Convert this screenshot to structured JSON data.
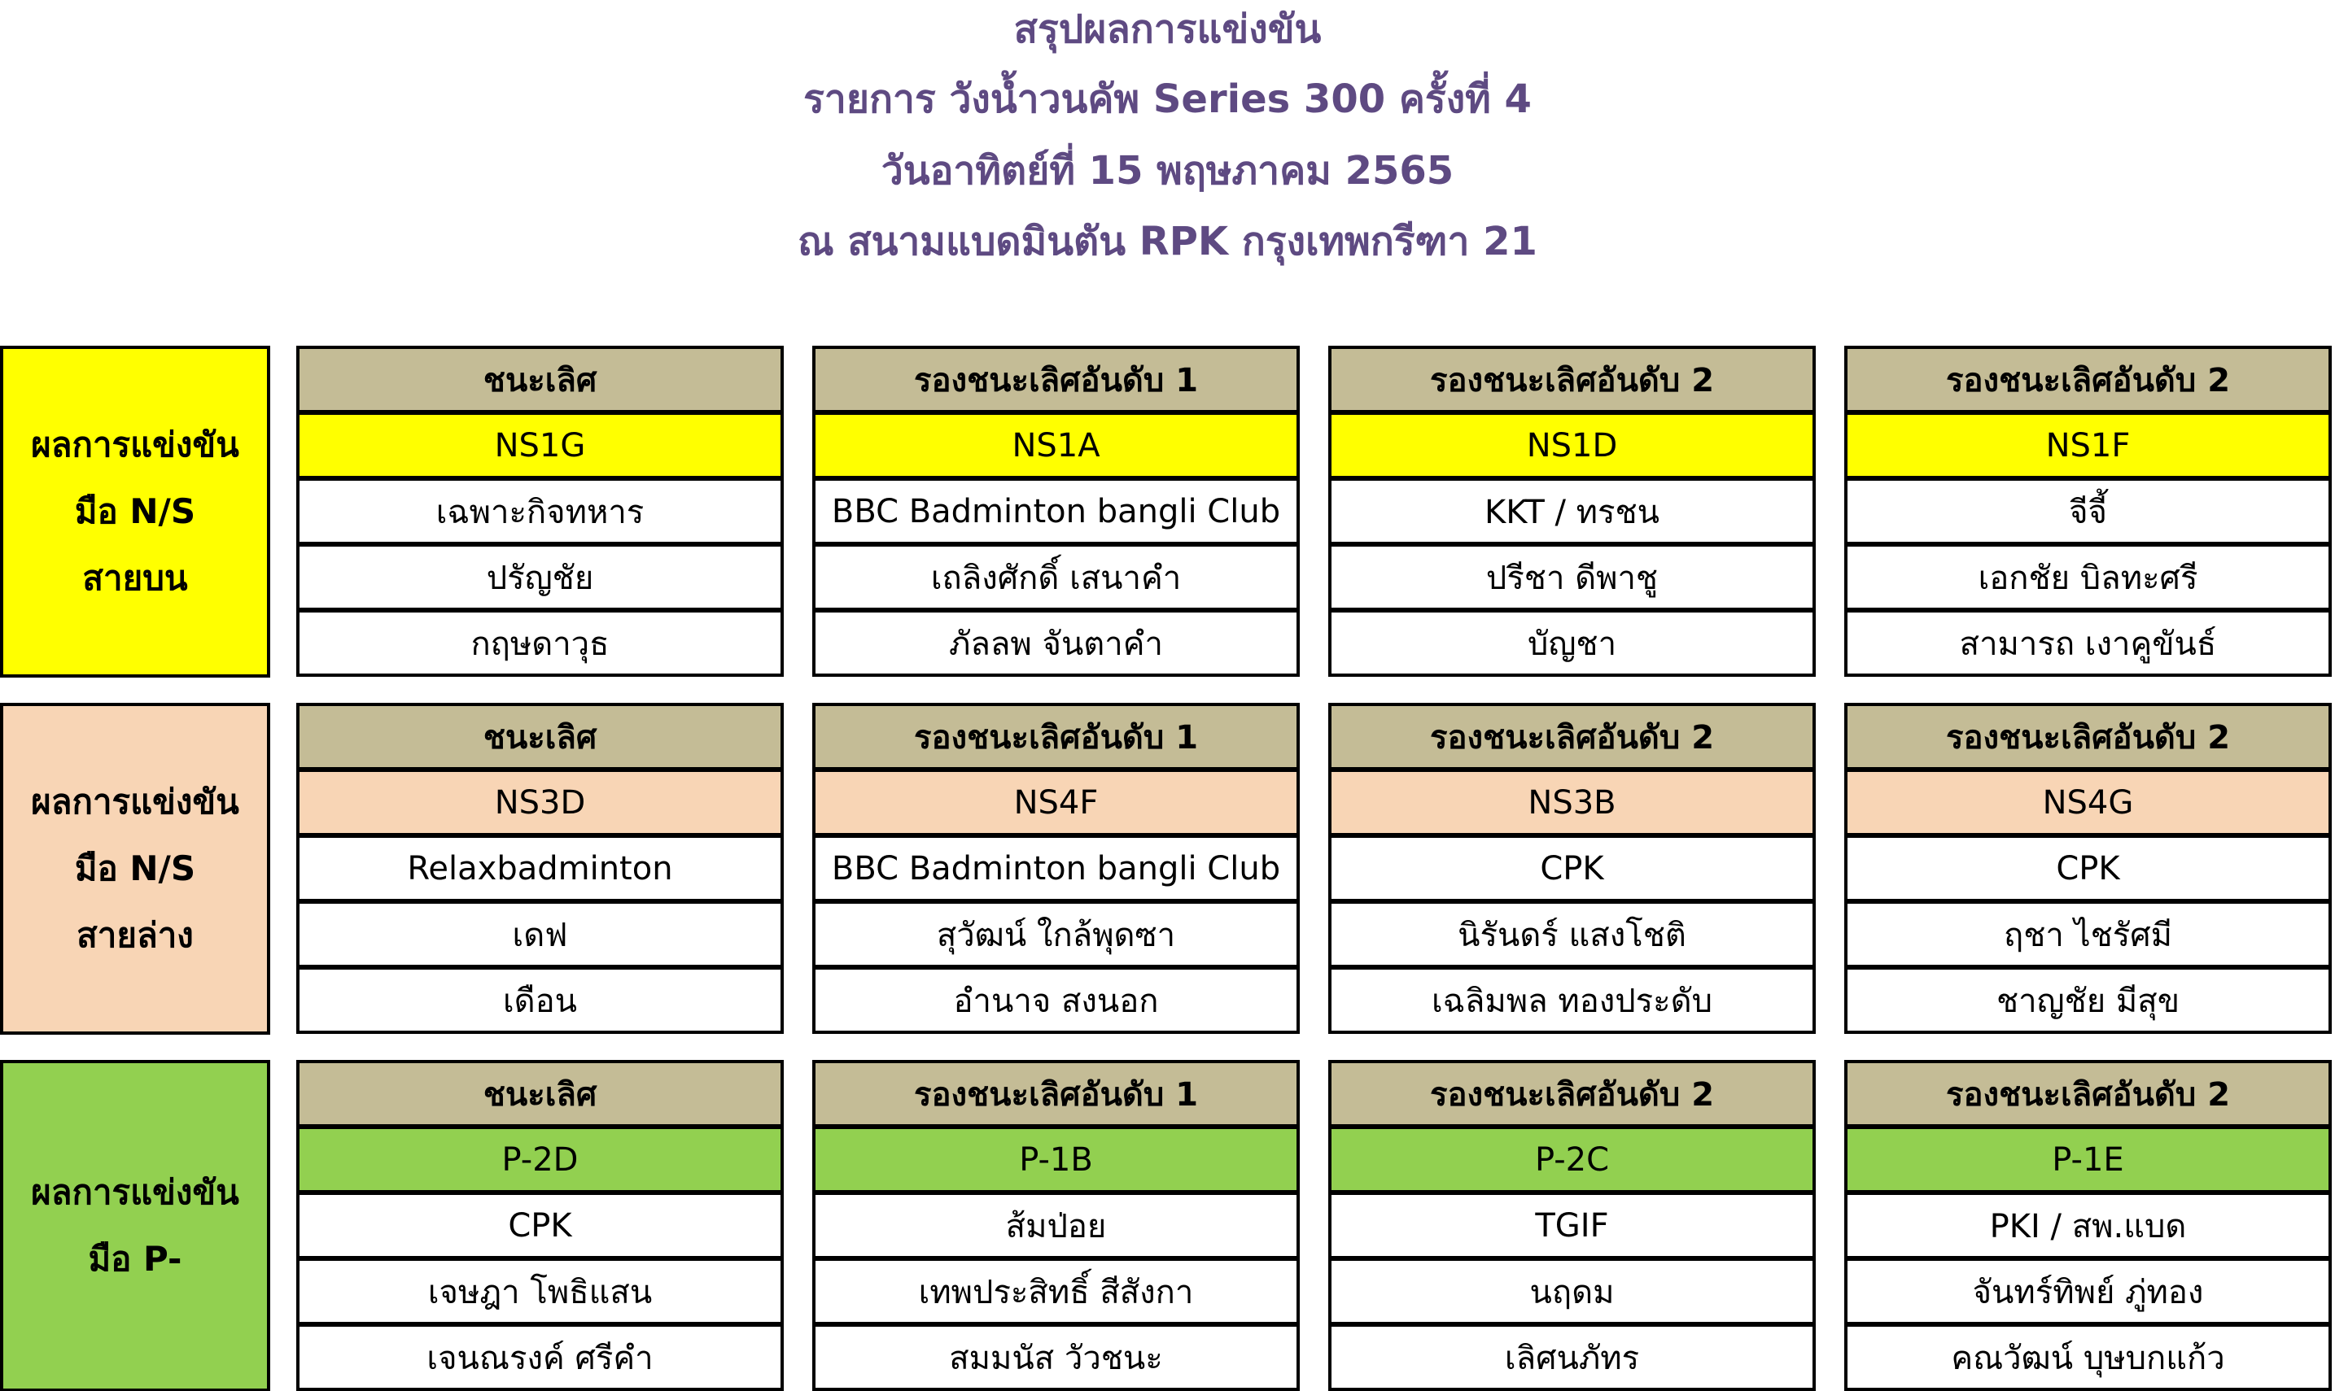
{
  "header": {
    "line1": "สรุปผลการแข่งขัน",
    "line2": "รายการ วังน้ำวนคัพ Series 300 ครั้งที่ 4",
    "line3": "วันอาทิตย์ที่ 15 พฤษภาคม 2565",
    "line4": "ณ สนามแบดมินตัน RPK กรุงเทพกรีฑา 21"
  },
  "colors": {
    "header_text": "#5e4a82",
    "place_header_bg": "#c4bc96",
    "ns_upper": "#ffff00",
    "ns_lower": "#f8d5b5",
    "p_minus": "#92d050"
  },
  "blocks": [
    {
      "label_lines": [
        "ผลการแข่งขัน",
        "มือ N/S",
        "สายบน"
      ],
      "color": "#ffff00",
      "columns": [
        {
          "place": "ชนะเลิศ",
          "team": "NS1G",
          "rows": [
            "เฉพาะกิจทหาร",
            "ปรัญชัย",
            "กฤษดาวุธ"
          ]
        },
        {
          "place": "รองชนะเลิศอันดับ 1",
          "team": "NS1A",
          "rows": [
            "BBC Badminton bangli Club",
            "เถลิงศักดิ์ เสนาคำ",
            "ภัลลพ จันตาคำ"
          ]
        },
        {
          "place": "รองชนะเลิศอันดับ 2",
          "team": "NS1D",
          "rows": [
            "KKT / ทรชน",
            "ปรีชา ดีพาชู",
            "บัญชา"
          ]
        },
        {
          "place": "รองชนะเลิศอันดับ 2",
          "team": "NS1F",
          "rows": [
            "จีจี้",
            "เอกชัย บิลทะศรี",
            "สามารถ เงาคูขันธ์"
          ]
        }
      ]
    },
    {
      "label_lines": [
        "ผลการแข่งขัน",
        "มือ N/S",
        "สายล่าง"
      ],
      "color": "#f8d5b5",
      "columns": [
        {
          "place": "ชนะเลิศ",
          "team": "NS3D",
          "rows": [
            "Relaxbadminton",
            "เดฟ",
            "เดือน"
          ]
        },
        {
          "place": "รองชนะเลิศอันดับ 1",
          "team": "NS4F",
          "rows": [
            "BBC Badminton bangli Club",
            "สุวัฒน์ ใกล้พุดซา",
            "อำนาจ สงนอก"
          ]
        },
        {
          "place": "รองชนะเลิศอันดับ 2",
          "team": "NS3B",
          "rows": [
            "CPK",
            "นิรันดร์ แสงโชติ",
            "เฉลิมพล ทองประดับ"
          ]
        },
        {
          "place": "รองชนะเลิศอันดับ 2",
          "team": "NS4G",
          "rows": [
            "CPK",
            "ฤชา ไชรัศมี",
            "ชาญชัย มีสุข"
          ]
        }
      ]
    },
    {
      "label_lines": [
        "ผลการแข่งขัน",
        "มือ P-"
      ],
      "color": "#92d050",
      "columns": [
        {
          "place": "ชนะเลิศ",
          "team": "P-2D",
          "rows": [
            "CPK",
            "เจษฎา โพธิแสน",
            "เจนณรงค์ ศรีคำ"
          ]
        },
        {
          "place": "รองชนะเลิศอันดับ 1",
          "team": "P-1B",
          "rows": [
            "ส้มป่อย",
            "เทพประสิทธิ์ สีสังกา",
            "สมมนัส วัวชนะ"
          ]
        },
        {
          "place": "รองชนะเลิศอันดับ 2",
          "team": "P-2C",
          "rows": [
            "TGIF",
            "นฤดม",
            "เลิศนภัทร"
          ]
        },
        {
          "place": "รองชนะเลิศอันดับ 2",
          "team": "P-1E",
          "rows": [
            "PKI / สพ.แบด",
            "จันทร์ทิพย์ ภู่ทอง",
            "คณวัฒน์ บุษบกแก้ว"
          ]
        }
      ]
    }
  ]
}
